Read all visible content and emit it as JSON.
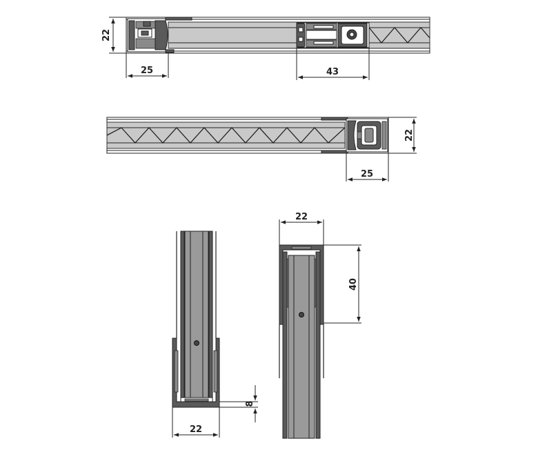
{
  "dimensions": {
    "top_height": "22",
    "top_left_width": "25",
    "top_hinge_width": "43",
    "middle_height": "22",
    "middle_width": "25",
    "bottom_left_base": "8",
    "bottom_left_width": "22",
    "bottom_right_width": "22",
    "bottom_right_depth": "40"
  },
  "colors": {
    "frame": "#5a5a5a",
    "glass": "#c9c9c9",
    "line": "#222222"
  }
}
